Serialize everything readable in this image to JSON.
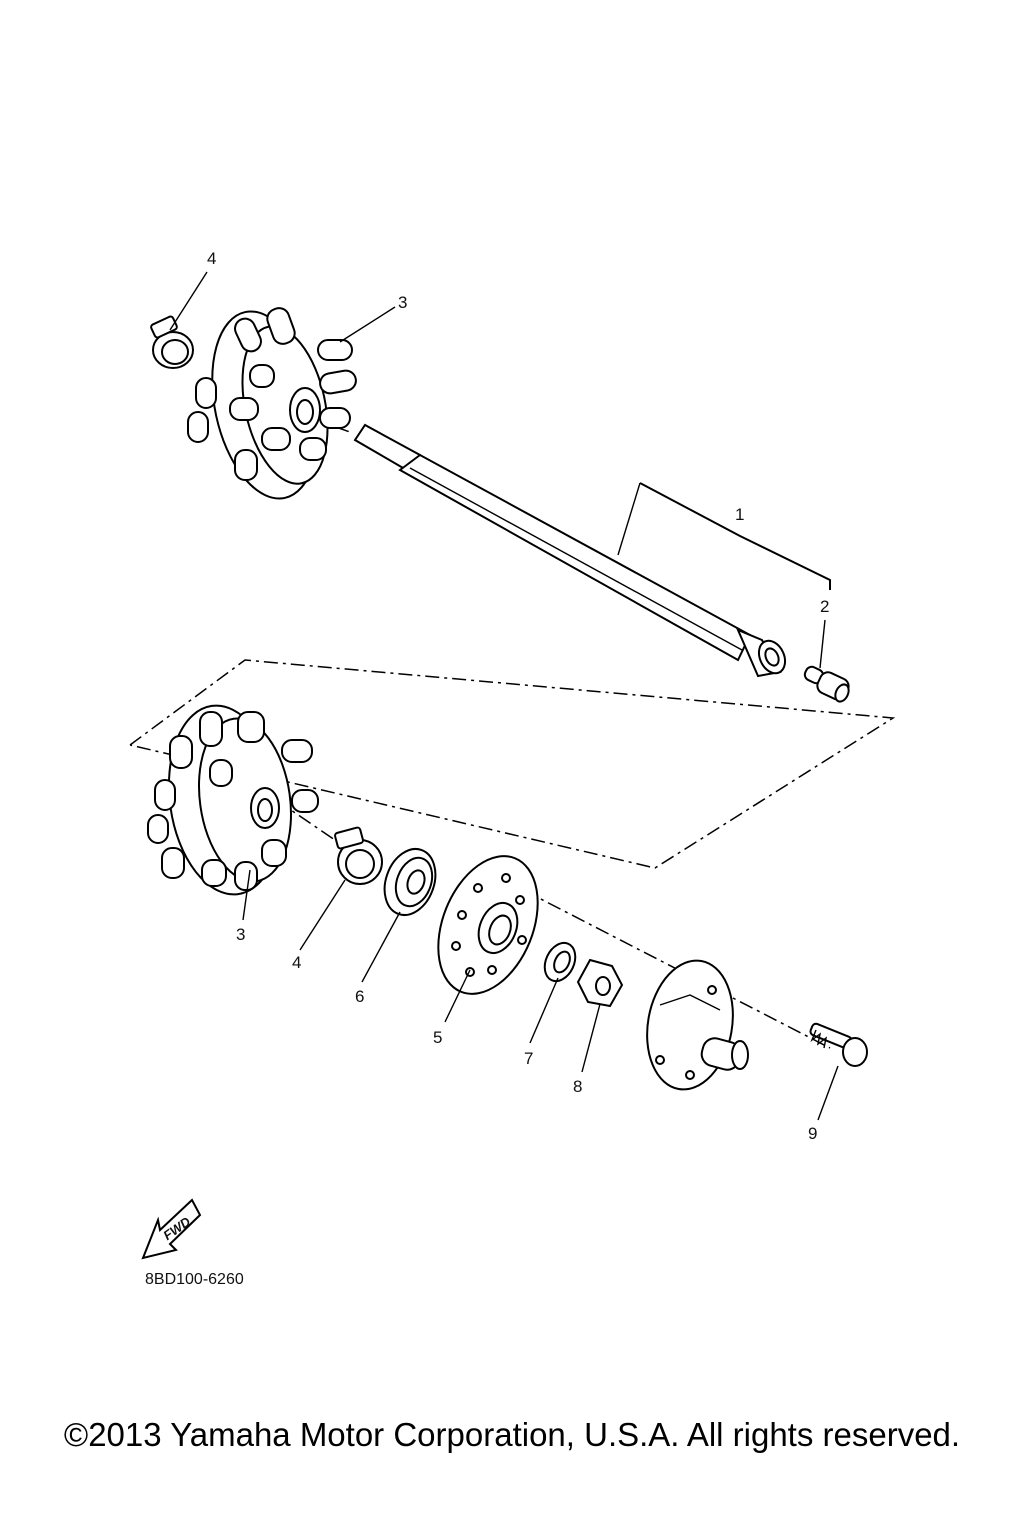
{
  "diagram": {
    "callouts": {
      "c1": "1",
      "c2": "2",
      "c3_top": "3",
      "c4_top": "4",
      "c3_bottom": "3",
      "c4_bottom": "4",
      "c5": "5",
      "c6": "6",
      "c7": "7",
      "c8": "8",
      "c9": "9"
    },
    "fwd_label": "FWD",
    "drawing_code": "8BD100-6260"
  },
  "copyright": "©2013 Yamaha Motor Corporation, U.S.A. All rights reserved."
}
